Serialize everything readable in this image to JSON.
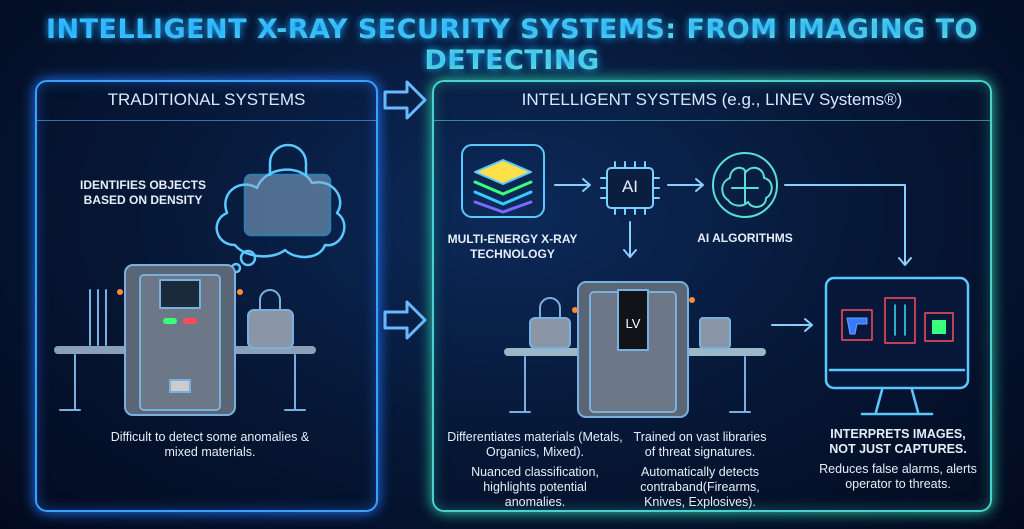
{
  "title": "INTELLIGENT X-RAY SECURITY SYSTEMS: FROM IMAGING TO DETECTING",
  "traditional": {
    "header": "TRADITIONAL SYSTEMS",
    "density_label": "IDENTIFIES OBJECTS BASED ON DENSITY",
    "caption": "Difficult to detect some anomalies & mixed materials."
  },
  "intelligent": {
    "header": "INTELLIGENT SYSTEMS (e.g., LINEV Systems®)",
    "multi_energy_label": "MULTI-ENERGY X-RAY TECHNOLOGY",
    "ai_chip": "AI",
    "ai_label": "AI ALGORITHMS",
    "machine_logo": "LV",
    "col1": {
      "p1": "Differentiates materials (Metals, Organics, Mixed).",
      "p2": "Nuanced classification, highlights potential anomalies."
    },
    "col2": {
      "p1": "Trained on vast libraries of threat signatures.",
      "p2": "Automatically detects contraband(Firearms, Knives, Explosives)."
    },
    "col3": {
      "heading": "INTERPRETS IMAGES, NOT JUST CAPTURES.",
      "p1": "Reduces false alarms, alerts operator to threats."
    }
  },
  "colors": {
    "blue": "#3aa0ff",
    "teal": "#4ad0d0",
    "red": "#ff4a5a",
    "green": "#3aff7a"
  }
}
